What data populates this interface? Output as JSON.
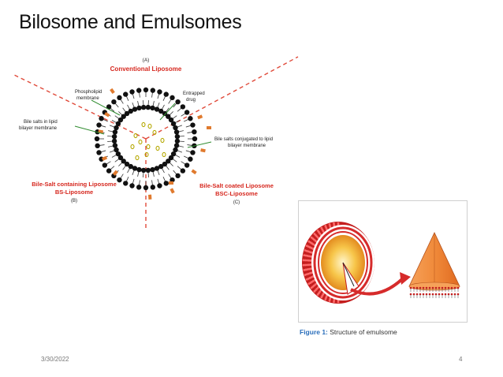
{
  "slide": {
    "title": "Bilosome and Emulsomes",
    "date": "3/30/2022",
    "page_number": "4"
  },
  "liposome_figure": {
    "label_a": "(A)",
    "heading_a": "Conventional Liposome",
    "phospholipid_1": "Phospholipid",
    "phospholipid_2": "membrane",
    "entrapped_1": "Entrapped",
    "entrapped_2": "drug",
    "bile_lipid_1": "Bile salts in lipid",
    "bile_lipid_2": "bilayer membrane",
    "bile_conj_1": "Bile salts conjugated to lipid",
    "bile_conj_2": "bilayer membrane",
    "heading_b1": "Bile-Salt containing Liposome",
    "heading_b2": "BS-Liposome",
    "label_b": "(B)",
    "heading_c1": "Bile-Salt coated Liposome",
    "heading_c2": "BSC-Liposome",
    "label_c": "(C)",
    "colors": {
      "heading": "#d6281f",
      "dash": "#e04a3a",
      "bile": "#e07a2e",
      "drug": "#b5a800"
    }
  },
  "emulsome_figure": {
    "caption_label": "Figure 1:",
    "caption_text": " Structure of emulsome",
    "colors": {
      "core": "#f5b041",
      "shell": "#d62b2b",
      "cone": "#f08a3a"
    }
  }
}
